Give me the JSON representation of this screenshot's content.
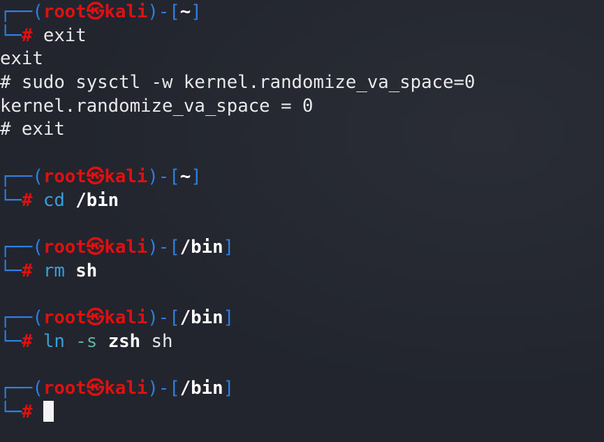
{
  "prompt": {
    "open": "┌──(",
    "user": "root",
    "at_symbol": "㉿",
    "host": "kali",
    "sep": ")-[",
    "close": "]",
    "corner": "└─",
    "hash": "#"
  },
  "colors": {
    "background": "#22252e",
    "box": "#2f7fe0",
    "prompt_red": "#e01010",
    "command": "#3a9fd6",
    "option": "#5fb3a0"
  },
  "blocks": [
    {
      "dir": "~",
      "command": "exit",
      "args": []
    },
    {
      "dir": "~",
      "command": "cd",
      "args": [
        " ",
        "/bin"
      ]
    },
    {
      "dir": "/bin",
      "command": "rm",
      "args": [
        " ",
        "sh"
      ]
    },
    {
      "dir": "/bin",
      "command": "ln",
      "args": [
        " ",
        "-s",
        " ",
        "zsh",
        " sh"
      ]
    },
    {
      "dir": "/bin",
      "command": "",
      "args": []
    }
  ],
  "output": {
    "exit_echo": "exit",
    "sysctl_cmd": "# sudo sysctl -w kernel.randomize_va_space=0",
    "sysctl_result": "kernel.randomize_va_space = 0",
    "exit_cmd": "# exit"
  }
}
